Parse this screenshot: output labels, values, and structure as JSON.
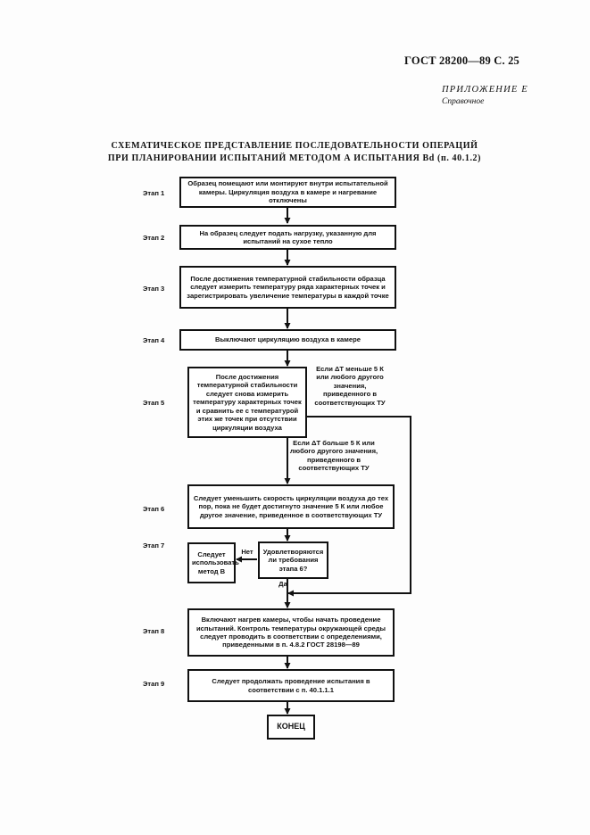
{
  "header": {
    "standard": "ГОСТ 28200—89 С. 25",
    "appendix": "ПРИЛОЖЕНИЕ Е",
    "reference": "Справочное"
  },
  "title": {
    "line1": "СХЕМАТИЧЕСКОЕ ПРЕДСТАВЛЕНИЕ ПОСЛЕДОВАТЕЛЬНОСТИ ОПЕРАЦИЙ",
    "line2": "ПРИ ПЛАНИРОВАНИИ ИСПЫТАНИЙ МЕТОДОМ А ИСПЫТАНИЯ Bd (п. 40.1.2)"
  },
  "stages": {
    "s1": "Этап 1",
    "s2": "Этап 2",
    "s3": "Этап 3",
    "s4": "Этап 4",
    "s5": "Этап 5",
    "s6": "Этап 6",
    "s7": "Этап 7",
    "s8": "Этап 8",
    "s9": "Этап 9"
  },
  "boxes": {
    "b1": "Образец помещают или монтируют внутри испытательной камеры. Циркуляция воздуха в камере и нагревание отключены",
    "b2": "На образец следует подать нагрузку, указанную для испытаний на сухое тепло",
    "b3": "После достижения температурной стабильности образца следует измерить температуру ряда характерных точек и зарегистрировать увеличение температуры в каждой точке",
    "b4": "Выключают циркуляцию воздуха в камере",
    "b5": "После достижения температурной стабильности следует снова измерить температуру характерных точек и сравнить ее с температурой этих же точек при отсутствии циркуляции воздуха",
    "b6": "Следует уменьшить скорость циркуляции воздуха до тех пор, пока не будет достигнуто значение 5 К или любое другое значение, приведенное в соответствующих ТУ",
    "b7q": "Удовлетворяются ли требования этапа 6?",
    "b7n": "Следует использовать метод В",
    "b8": "Включают нагрев камеры, чтобы начать проведение испытаний. Контроль температуры окружающей среды следует проводить в соответствии с определениями, приведенными в п. 4.8.2 ГОСТ 28198—89",
    "b9": "Следует продолжать проведение испытания в соответствии с п. 40.1.1.1",
    "end": "КОНЕЦ"
  },
  "notes": {
    "less": "Если ΔT меньше 5 К или любого другого значения, приведенного в соответствующих ТУ",
    "more": "Если ΔT больше 5 К или любого другого значения, приведенного в соответствующих ТУ",
    "no": "Нет",
    "yes": "Да"
  }
}
